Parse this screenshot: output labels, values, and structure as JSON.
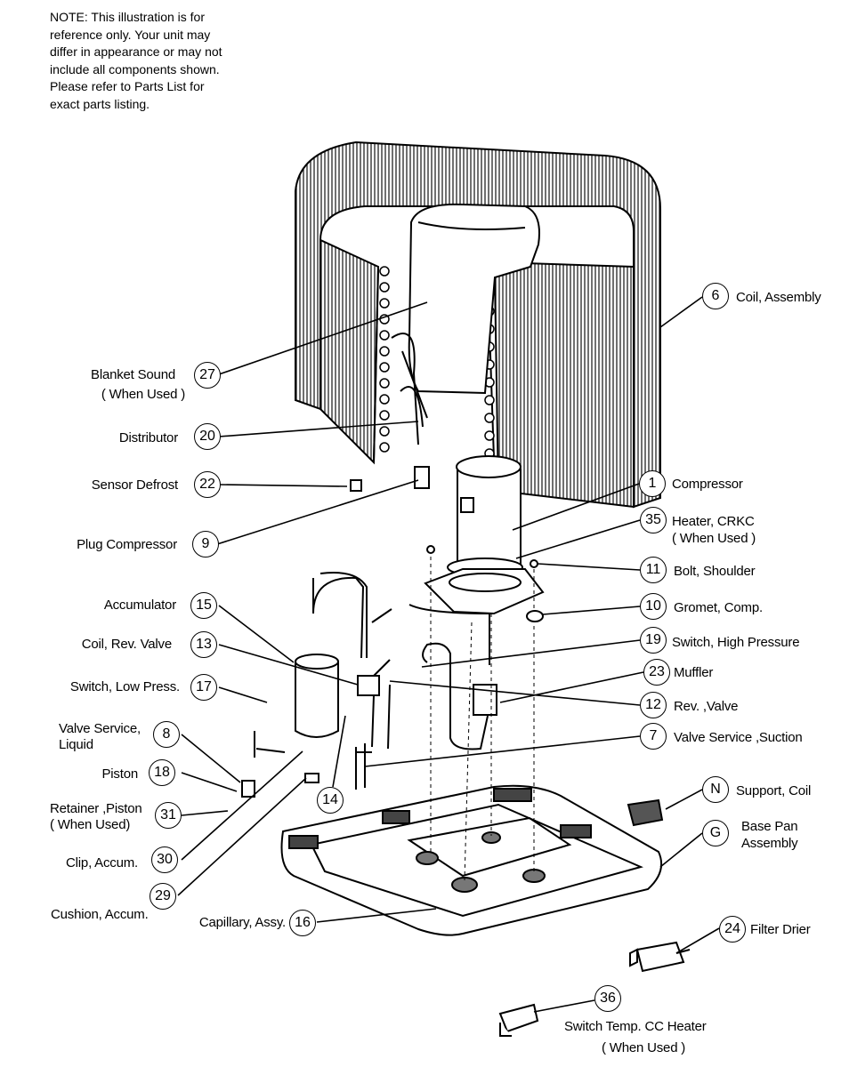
{
  "note": {
    "lines": [
      "NOTE: This illustration is for",
      "reference only.  Your unit may",
      "differ in appearance or may not",
      "include all components shown.",
      "Please refer to Parts List for",
      "exact parts listing."
    ]
  },
  "callouts": [
    {
      "num": "6",
      "label": "Coil, Assembly"
    },
    {
      "num": "27",
      "label": "Blanket Sound",
      "label2": "( When Used )"
    },
    {
      "num": "20",
      "label": "Distributor"
    },
    {
      "num": "22",
      "label": "Sensor Defrost"
    },
    {
      "num": "9",
      "label": "Plug Compressor"
    },
    {
      "num": "1",
      "label": "Compressor"
    },
    {
      "num": "35",
      "label": "Heater, CRKC",
      "label2": "( When Used )"
    },
    {
      "num": "11",
      "label": "Bolt, Shoulder"
    },
    {
      "num": "10",
      "label": "Gromet, Comp."
    },
    {
      "num": "19",
      "label": "Switch, High Pressure"
    },
    {
      "num": "23",
      "label": "Muffler"
    },
    {
      "num": "12",
      "label": "Rev. ,Valve"
    },
    {
      "num": "7",
      "label": "Valve Service ,Suction"
    },
    {
      "num": "15",
      "label": "Accumulator"
    },
    {
      "num": "13",
      "label": "Coil, Rev. Valve"
    },
    {
      "num": "17",
      "label": "Switch, Low Press."
    },
    {
      "num": "8",
      "label": "Valve Service,",
      "label2": "Liquid"
    },
    {
      "num": "18",
      "label": "Piston"
    },
    {
      "num": "31",
      "label": "Retainer ,Piston",
      "label2": "( When Used)"
    },
    {
      "num": "30",
      "label": "Clip, Accum."
    },
    {
      "num": "29",
      "label": "Cushion, Accum."
    },
    {
      "num": "14",
      "label": ""
    },
    {
      "num": "16",
      "label": "Capillary, Assy."
    },
    {
      "num": "N",
      "label": "Support, Coil"
    },
    {
      "num": "G",
      "label": "Base Pan",
      "label2": "Assembly"
    },
    {
      "num": "24",
      "label": "Filter Drier"
    },
    {
      "num": "36",
      "label": "Switch Temp. CC Heater",
      "label2": "( When Used )"
    }
  ]
}
